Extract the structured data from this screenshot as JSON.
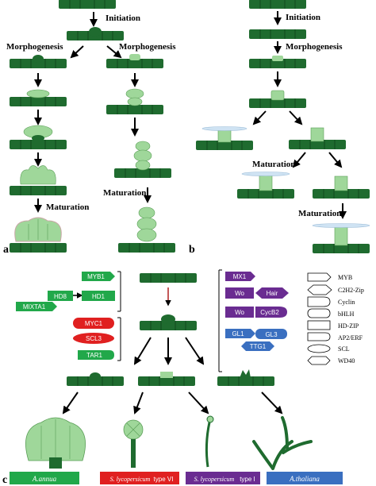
{
  "panel_a": {
    "label": "a",
    "stages": {
      "initiation": "Initiation",
      "morphogenesis": "Morphogenesis",
      "maturation": "Maturation"
    }
  },
  "panel_b": {
    "label": "b",
    "stages": {
      "initiation": "Initiation",
      "morphogenesis": "Morphogenesis",
      "maturation": "Maturation"
    }
  },
  "panel_c": {
    "label": "c",
    "factors_left": [
      "MYB1",
      "HD8",
      "HD1",
      "MIXTA1",
      "MYC1",
      "SCL3",
      "TAR1"
    ],
    "factors_right": [
      "MX1",
      "Wo",
      "Hair",
      "Wo",
      "CycB2",
      "GL1",
      "GL3",
      "TTG1"
    ],
    "legend": [
      "MYB",
      "C2H2-Zip",
      "Cyclin",
      "bHLH",
      "HD-ZIP",
      "AP2/ERF",
      "SCL",
      "WD40"
    ],
    "captions": [
      {
        "species": "A.annua",
        "type": ""
      },
      {
        "species": "S. lycopersicum",
        "type": "type VI"
      },
      {
        "species": "S. lycopersicum",
        "type": "type I"
      },
      {
        "species": "A.thaliana",
        "type": ""
      }
    ]
  },
  "colors": {
    "stem": "#1f6b2f",
    "stem_dark": "#124a1e",
    "trichome": "#9fd79a",
    "green_tf": "#21a84a",
    "red_tf": "#e02020",
    "purple_tf": "#6a2c91",
    "blue_tf": "#3a6fc0",
    "caption_green": "#21a84a",
    "caption_red": "#e02020",
    "caption_purple": "#6a2c91",
    "caption_blue": "#3a6fc0",
    "cuticle": "#cfe3f3"
  }
}
